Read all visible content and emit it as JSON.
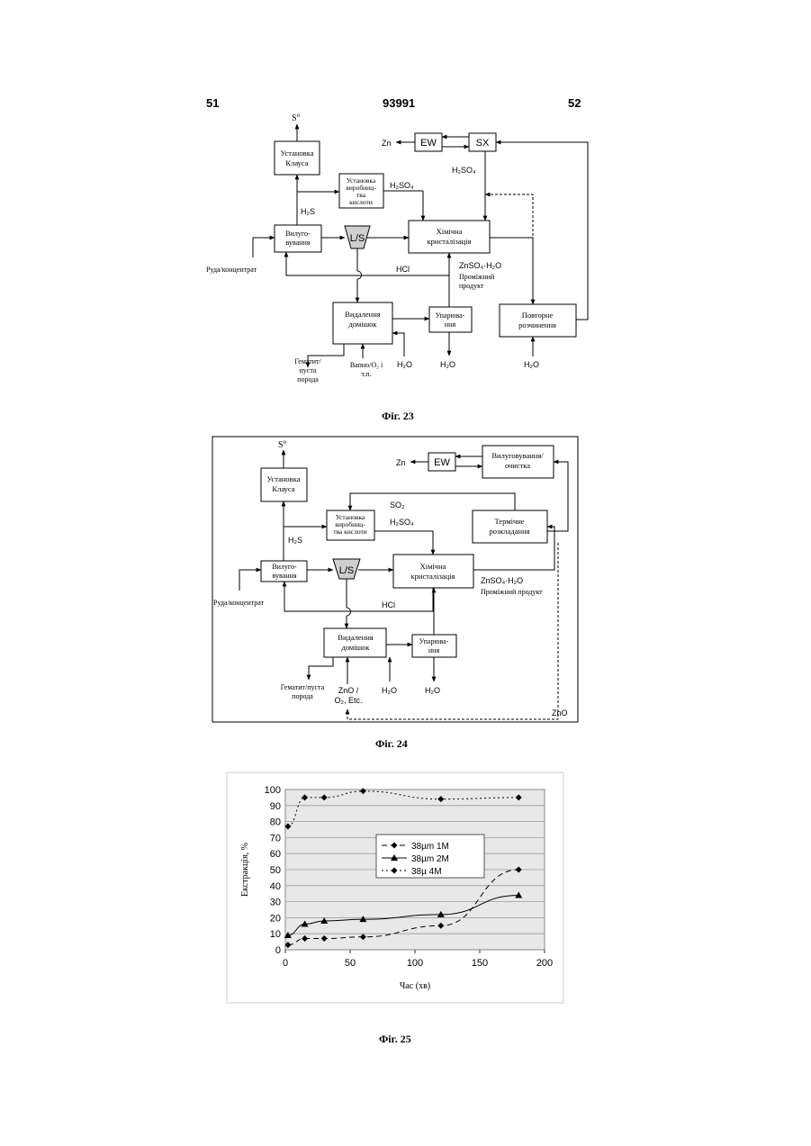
{
  "header": {
    "left_page": "51",
    "doc_number": "93991",
    "right_page": "52"
  },
  "fig23": {
    "caption": "Фіг. 23",
    "s0": "S",
    "s0_sup": "o",
    "claus": [
      "Установка",
      "Клауса"
    ],
    "acid_plant": [
      "Установка",
      "виробниц-",
      "тва",
      "кислоти"
    ],
    "leaching": [
      "Вилуго-",
      "вування"
    ],
    "ls": "L/S",
    "crystallization": [
      "Хімічна",
      "кристалізація"
    ],
    "impurity_removal": [
      "Видалення",
      "домішок"
    ],
    "evaporation": [
      "Упарюва-",
      "ння"
    ],
    "redissolution": [
      "Повторне",
      "розчинення"
    ],
    "ew": "EW",
    "sx": "SX",
    "zn": "Zn",
    "h2so4": "H₂SO₄",
    "h2s": "H₂S",
    "hcl": "HCl",
    "ore": "Руда/концентрат",
    "znso4": "ZnSO₄·H₂O",
    "intermediate": [
      "Проміжний",
      "продукт"
    ],
    "hematite": [
      "Гематит/",
      "пуста",
      "порода"
    ],
    "lime": [
      "Вапно/O₂ і",
      "т.п."
    ],
    "h2o": "H₂O"
  },
  "fig24": {
    "caption": "Фіг. 24",
    "s0": "S",
    "s0_sup": "o",
    "claus": [
      "Установка",
      "Клауса"
    ],
    "acid_plant": [
      "Установка",
      "виробниц-",
      "тва кислоти"
    ],
    "leaching": [
      "Вилуго-",
      "вування"
    ],
    "ls": "L/S",
    "crystallization": [
      "Хімічна",
      "кристалізація"
    ],
    "impurity_removal": [
      "Видалення",
      "домішок"
    ],
    "evaporation": [
      "Упарюва-",
      "ння"
    ],
    "thermal": [
      "Термічне",
      "розкладання"
    ],
    "leach_purify": [
      "Вилуговування/",
      "очистка"
    ],
    "ew": "EW",
    "zn": "Zn",
    "so2": "SO₂",
    "h2so4": "H₂SO₄",
    "h2s": "H₂S",
    "hcl": "HCl",
    "ore": "Руда/концентрат",
    "znso4": "ZnSO₄·H₂O",
    "intermediate": "Проміжний продукт",
    "hematite": [
      "Гематит/пуста",
      "порода"
    ],
    "zno_o2": [
      "ZnO /",
      "O₂, Etc."
    ],
    "h2o": "H₂O",
    "zno": "ZnO"
  },
  "fig25": {
    "caption": "Фіг. 25"
  },
  "chart_data": {
    "type": "line",
    "xlabel": "Час (хв)",
    "ylabel": "Екстракція, %",
    "xlim": [
      0,
      200
    ],
    "ylim": [
      0,
      100
    ],
    "xticks": [
      0,
      50,
      100,
      150,
      200
    ],
    "yticks": [
      0,
      10,
      20,
      30,
      40,
      50,
      60,
      70,
      80,
      90,
      100
    ],
    "grid": true,
    "legend_position": "center-right",
    "series": [
      {
        "name": "38µm  1M",
        "style": "dashed",
        "marker": "diamond",
        "x": [
          2,
          15,
          30,
          60,
          120,
          180
        ],
        "y": [
          3,
          7,
          7,
          8,
          15,
          50
        ]
      },
      {
        "name": "38µm  2M",
        "style": "solid",
        "marker": "triangle",
        "x": [
          2,
          15,
          30,
          60,
          120,
          180
        ],
        "y": [
          9,
          16,
          18,
          19,
          22,
          34
        ]
      },
      {
        "name": "38µ 4M",
        "style": "dotted",
        "marker": "diamond",
        "x": [
          2,
          15,
          30,
          60,
          120,
          180
        ],
        "y": [
          77,
          95,
          95,
          99,
          94,
          95
        ]
      }
    ]
  }
}
